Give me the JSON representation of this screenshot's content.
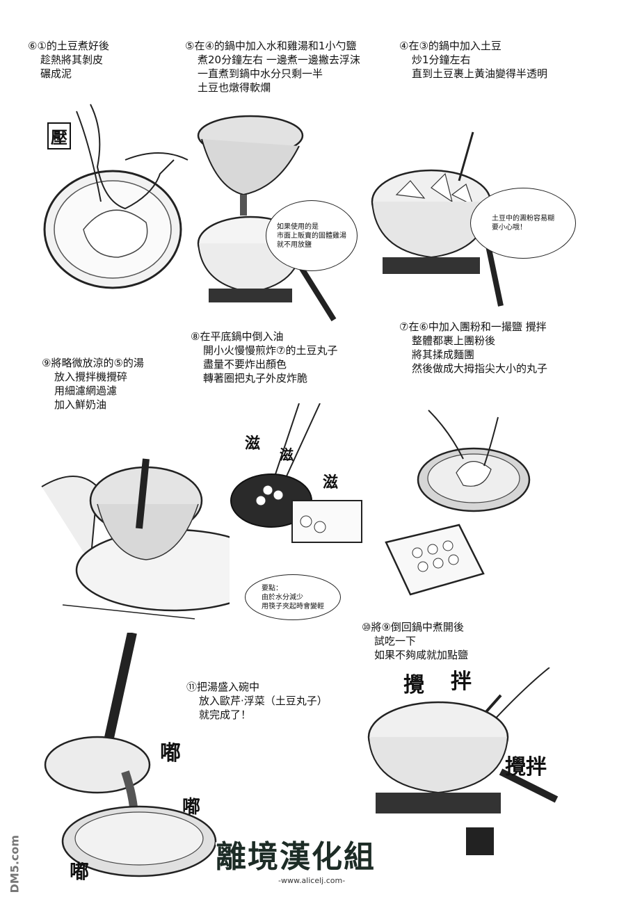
{
  "steps": {
    "s6": {
      "title": "⑥①的土豆煮好後",
      "lines": [
        "趁熱將其剝皮",
        "碾成泥"
      ]
    },
    "s5": {
      "title": "⑤在④的鍋中加入水和雞湯和1小勺鹽",
      "lines": [
        "煮20分鐘左右 一邊煮一邊撇去浮沫",
        "一直煮到鍋中水分只剩一半",
        "土豆也燉得軟爛"
      ]
    },
    "s4": {
      "title": "④在③的鍋中加入土豆",
      "lines": [
        "炒1分鐘左右",
        "直到土豆裹上黃油變得半透明"
      ]
    },
    "s7": {
      "title": "⑦在⑥中加入團粉和一撮鹽 攪拌",
      "lines": [
        "整體都裹上團粉後",
        "將其揉成麵團",
        "然後做成大拇指尖大小的丸子"
      ]
    },
    "s8": {
      "title": "⑧在平底鍋中倒入油",
      "lines": [
        "開小火慢慢煎炸⑦的土豆丸子",
        "盡量不要炸出顏色",
        "轉著圈把丸子外皮炸脆"
      ]
    },
    "s9": {
      "title": "⑨將略微放涼的⑤的湯",
      "lines": [
        "放入攪拌機攪碎",
        "用細濾網過濾",
        "加入鮮奶油"
      ]
    },
    "s10": {
      "title": "⑩將⑨倒回鍋中煮開後",
      "lines": [
        "試吃一下",
        "如果不夠咸就加點鹽"
      ]
    },
    "s11": {
      "title": "⑪把湯盛入碗中",
      "lines": [
        "放入歐芹·浮菜（土豆丸子）",
        "就完成了！"
      ]
    }
  },
  "bubbles": {
    "stock": [
      "如果使用的是",
      "市面上販賣的固體雞湯",
      "就不用放鹽"
    ],
    "starch": [
      "土豆中的澱粉容易糊",
      "要小心哦！"
    ],
    "tip": [
      "要點：",
      "由於水分減少",
      "用筷子夾起時會變輕"
    ]
  },
  "sfx": {
    "press": "壓",
    "sizzle1": "滋",
    "sizzle2": "滋",
    "sizzle3": "滋",
    "stir1": "攪",
    "stir2": "拌",
    "stir3": "攪拌",
    "pour1": "嘟",
    "pour2": "嘟",
    "pour3": "嘟"
  },
  "watermarks": {
    "side": "DM5.com",
    "group": "離境漢化組",
    "url": "-www.alicelj.com-"
  }
}
